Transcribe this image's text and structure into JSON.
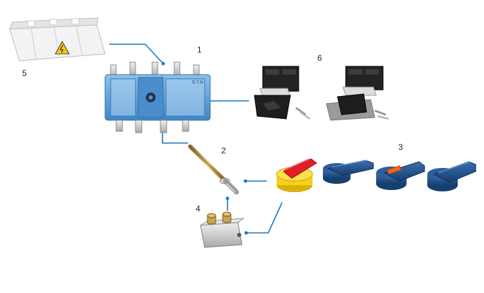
{
  "callouts": {
    "n1": "1",
    "n2": "2",
    "n3": "3",
    "n4": "4",
    "n5": "5",
    "n6": "6"
  },
  "switch_brand": "E-T-N",
  "colors": {
    "leader": "#1a75bb",
    "housing_blue": "#5d9fd8",
    "handle_blue": "#1f4f86",
    "handle_red": "#e41e26",
    "handle_yellow": "#f6d01a",
    "orange_indicator": "#f26522",
    "warning_yellow": "#f4c418"
  },
  "icons": {
    "terminal_shroud": "terminal-shroud-icon",
    "switch": "disconnect-switch-icon",
    "shaft": "extension-shaft-icon",
    "shaft_coupler": "shaft-coupler-icon",
    "auxiliary_contacts": "auxiliary-contact-icon",
    "handle": "rotary-handle-icon"
  }
}
